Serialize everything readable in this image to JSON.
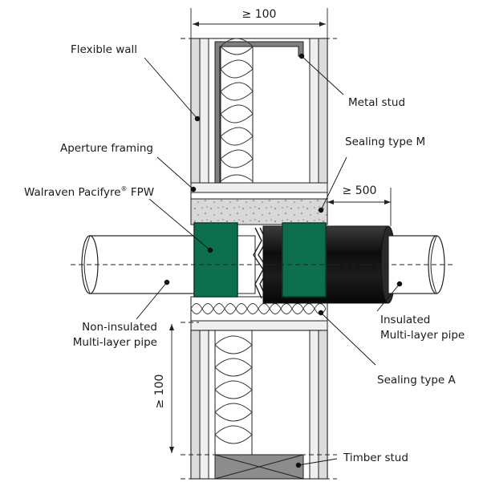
{
  "labels": {
    "flexible_wall": "Flexible wall",
    "metal_stud": "Metal stud",
    "aperture_framing": "Aperture framing",
    "sealing_type_m": "Sealing type M",
    "walraven_main": "Walraven Pacifyre",
    "walraven_reg": "®",
    "walraven_suffix": " FPW",
    "non_insulated_line1": "Non-insulated",
    "non_insulated_line2": "Multi-layer pipe",
    "insulated_line1": "Insulated",
    "insulated_line2": "Multi-layer pipe",
    "sealing_type_a": "Sealing type A",
    "timber_stud": "Timber stud"
  },
  "dimensions": {
    "wall_width": "≥ 100",
    "insulation_length": "≥ 500",
    "stud_spacing": "≥ 100"
  },
  "colors": {
    "collar_green": "#0e6f4f",
    "insulation_black": "#1b1b1b",
    "board_gray": "#d9d9d9",
    "stud_gray": "#8a8a8a",
    "mortar_gray": "#d6d6d6"
  }
}
